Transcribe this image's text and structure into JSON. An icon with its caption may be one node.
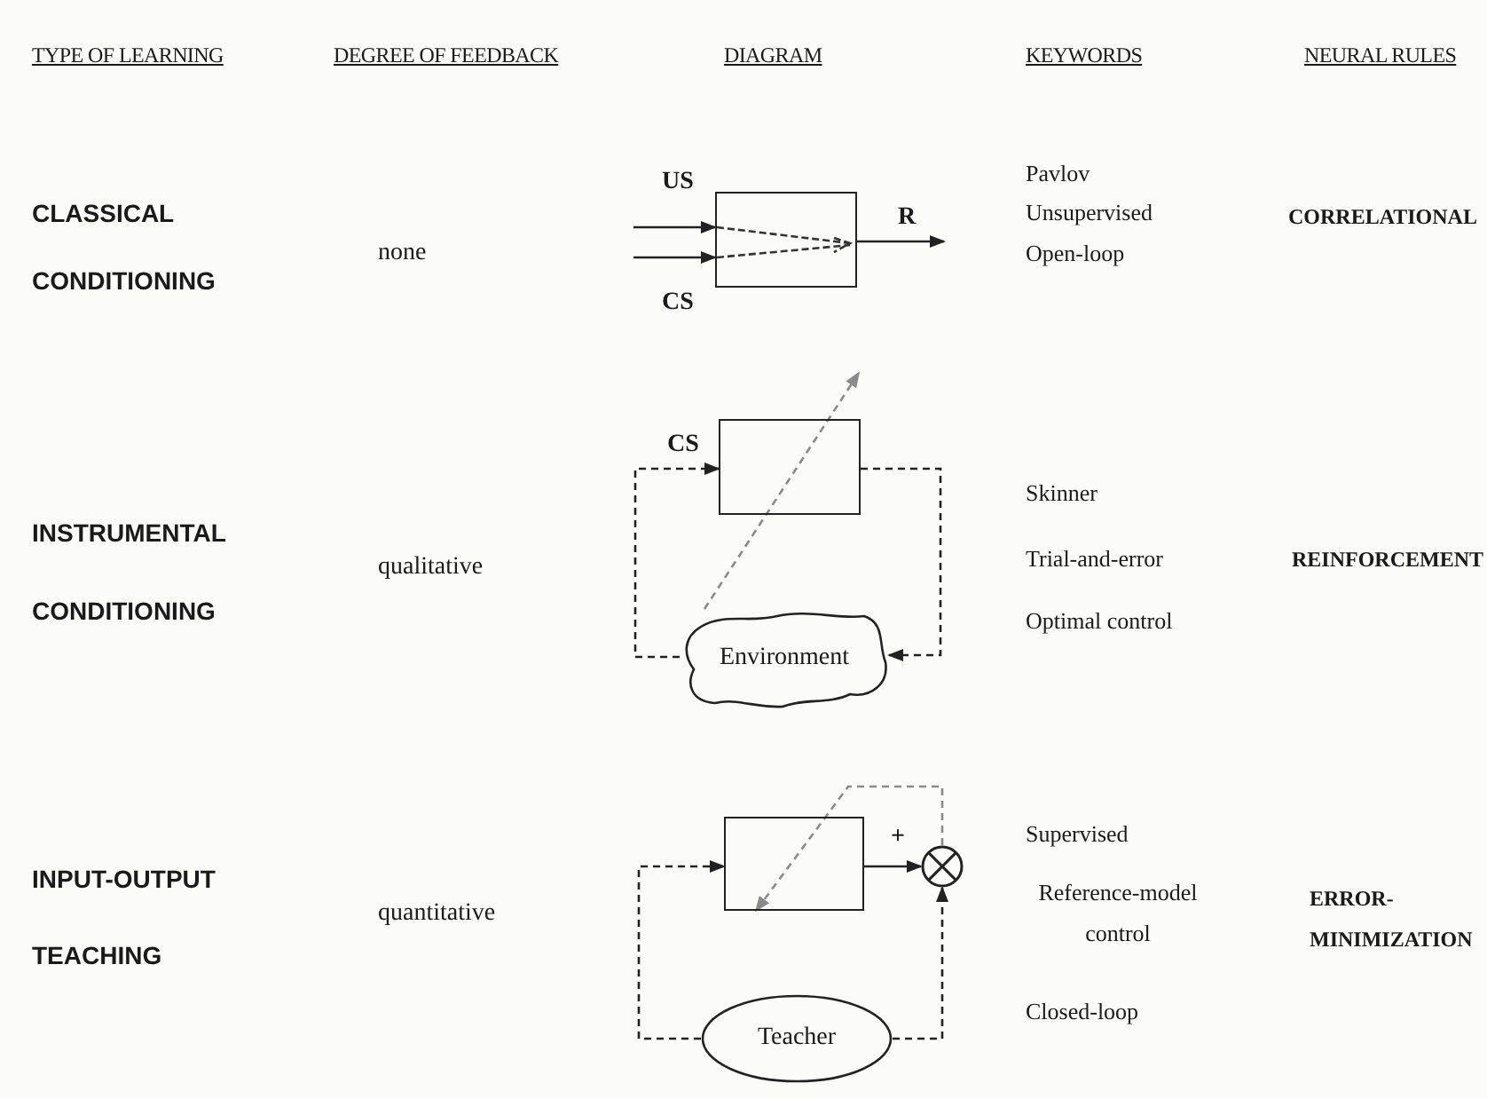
{
  "diagram": {
    "nodes": [
      {
        "text": [],
        "shape": "box"
      },
      {
        "text": [],
        "shape": "box"
      },
      {
        "text": [
          "Environment"
        ]
      },
      {
        "text": [],
        "shape": "box"
      },
      {
        "text": [],
        "shape": "circle"
      },
      {
        "text": [
          "Teacher"
        ]
      }
    ],
    "edges": [
      {
        "from": null,
        "to": 0,
        "arrow": "to",
        "label": "US"
      },
      {
        "from": null,
        "to": 0,
        "arrow": "to",
        "label": "CS"
      },
      {
        "from": 0,
        "to": null,
        "arrow": "to",
        "label": "R"
      },
      {
        "from": 2,
        "to": 1,
        "arrow": "to",
        "label": "CS",
        "style": "dashed"
      },
      {
        "from": 1,
        "to": 2,
        "arrow": "to",
        "style": "dashed"
      },
      {
        "from": 2,
        "to": null,
        "arrow": "to",
        "style": "dashed",
        "color": "#8a8a8a"
      },
      {
        "from": 3,
        "to": 4,
        "arrow": "to",
        "label": "+"
      },
      {
        "from": 5,
        "to": 3,
        "arrow": "to",
        "style": "dashed"
      },
      {
        "from": 5,
        "to": 4,
        "arrow": "to",
        "style": "dashed"
      },
      {
        "from": 4,
        "to": 3,
        "arrow": "to",
        "style": "dashed",
        "color": "#8a8a8a"
      }
    ],
    "labels": [
      "TYPE OF LEARNING",
      "DEGREE OF FEEDBACK",
      "DIAGRAM",
      "KEYWORDS",
      "NEURAL RULES",
      "CLASSICAL CONDITIONING",
      "none",
      "Pavlov",
      "Unsupervised",
      "Open-loop",
      "CORRELATIONAL",
      "INSTRUMENTAL CONDITIONING",
      "qualitative",
      "Skinner",
      "Trial-and-error",
      "Optimal control",
      "REINFORCEMENT",
      "INPUT-OUTPUT TEACHING",
      "quantitative",
      "Supervised",
      "Reference-model control",
      "Closed-loop",
      "ERROR- MINIMIZATION"
    ]
  }
}
